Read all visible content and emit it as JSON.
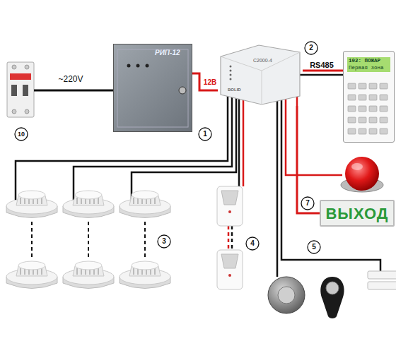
{
  "diagram": {
    "nodes": [
      {
        "text": [
          "РИП-12"
        ]
      },
      {
        "text": [
          "С2000-4",
          "BOLID"
        ]
      },
      {
        "text": [
          "102: ПОЖАР",
          "Первая зона"
        ]
      },
      {
        "text": [
          "ВЫХОД"
        ]
      }
    ],
    "edges": [
      {
        "from": 0,
        "to": 1,
        "arrow": "none",
        "label": "12В"
      },
      {
        "from": 1,
        "to": 2,
        "arrow": "none",
        "label": "RS485"
      },
      {
        "from": 1,
        "to": 3,
        "arrow": "none"
      }
    ],
    "labels": [
      "~220V",
      "10",
      "1",
      "2",
      "3",
      "4",
      "5",
      "7"
    ]
  }
}
